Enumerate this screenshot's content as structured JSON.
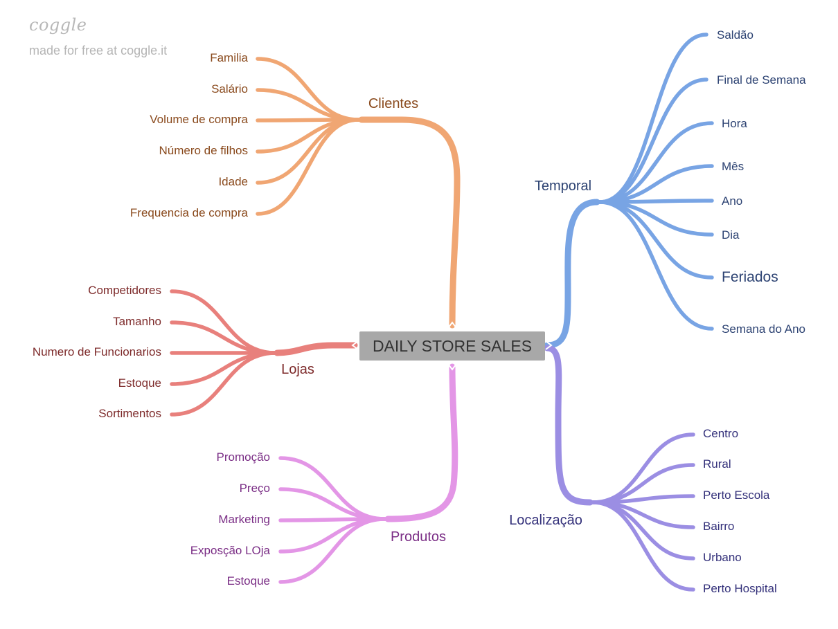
{
  "watermark": {
    "logo": "coggle",
    "text": "made for free at coggle.it"
  },
  "center": {
    "label": "DAILY STORE SALES"
  },
  "branches": {
    "clientes": {
      "label": "Clientes",
      "color": "#f0a673",
      "text_color": "#8a4a1d",
      "children": [
        "Familia",
        "Salário",
        "Volume de compra",
        "Número de filhos",
        "Idade",
        "Frequencia de compra"
      ]
    },
    "lojas": {
      "label": "Lojas",
      "color": "#e8807c",
      "text_color": "#7d2a2a",
      "children": [
        "Competidores",
        "Tamanho",
        "Numero de Funcionarios",
        "Estoque",
        "Sortimentos"
      ]
    },
    "produtos": {
      "label": "Produtos",
      "color": "#e396e6",
      "text_color": "#7a2d85",
      "children": [
        "Promoção",
        "Preço",
        "Marketing",
        "Exposção LOja",
        "Estoque"
      ]
    },
    "temporal": {
      "label": "Temporal",
      "color": "#78a4e4",
      "text_color": "#2c4272",
      "children": [
        "Saldão",
        "Final de Semana",
        "Hora",
        "Mês",
        "Ano",
        "Dia",
        "Feriados",
        "Semana do Ano"
      ]
    },
    "localizacao": {
      "label": "Localização",
      "color": "#9b8ee3",
      "text_color": "#33307a",
      "children": [
        "Centro",
        "Rural",
        "Perto Escola",
        "Bairro",
        "Urbano",
        "Perto Hospital"
      ]
    }
  }
}
